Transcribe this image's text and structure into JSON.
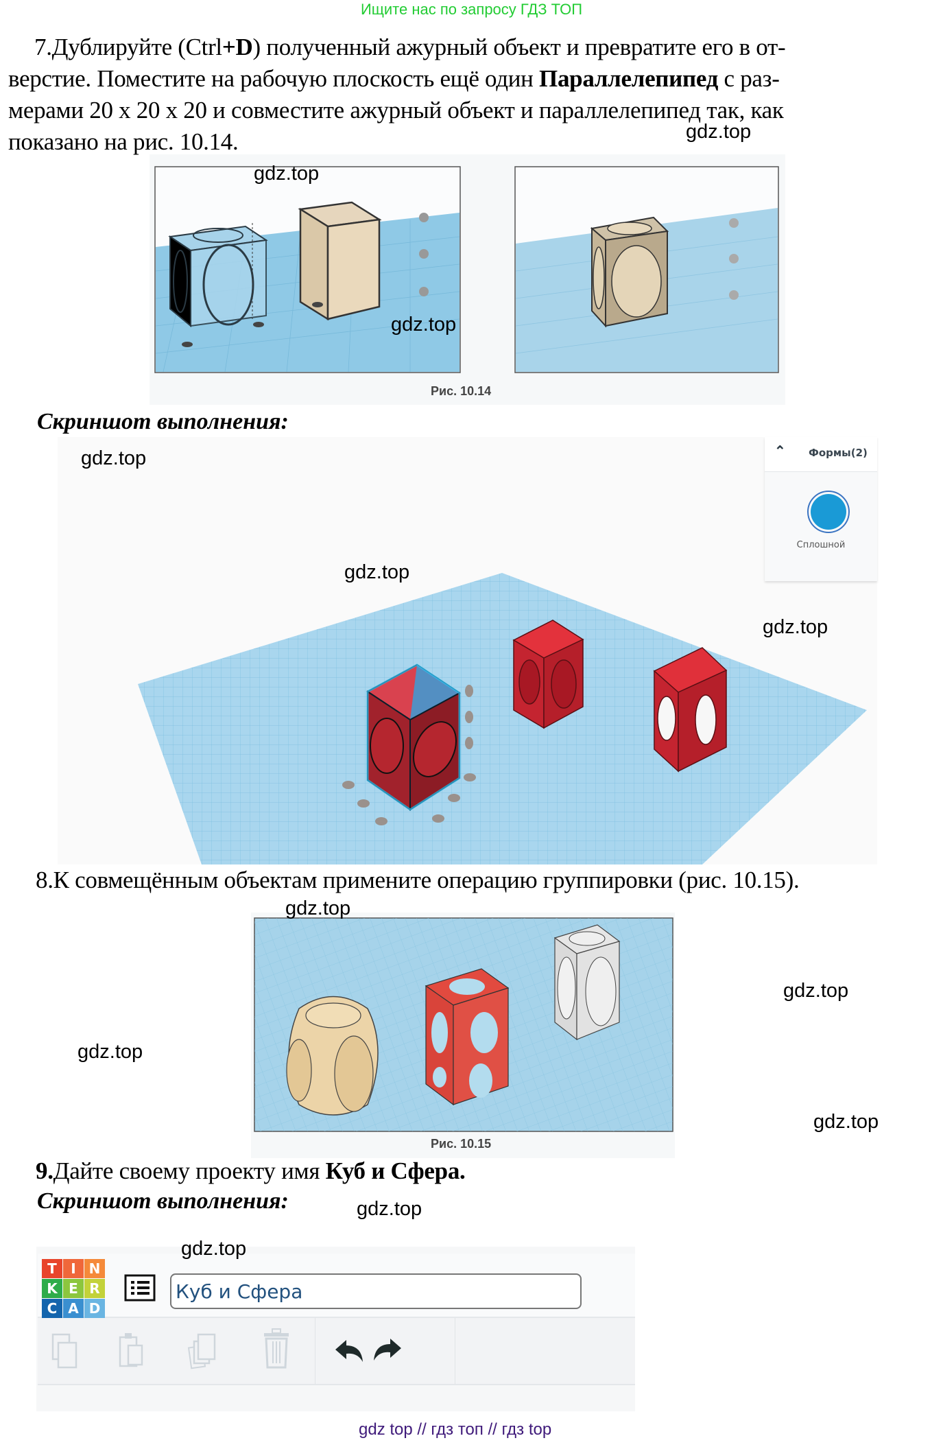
{
  "banner": {
    "text": "Ищите нас по запросу ГДЗ ТОП",
    "color": "#22cc33"
  },
  "step7": {
    "number": "7.",
    "line1_a": "Дублируйте (Ctrl",
    "line1_b": "+D",
    "line1_c": ") полученный ажурный объект и превратите его в от-",
    "line2_a": "верстие. Поместите на рабочую плоскость ещё один ",
    "line2_b": "Параллелепипед",
    "line2_c": " с раз-",
    "line3": "мерами 20 х 20 х 20 и совместите ажурный объект и параллелепипед так, как",
    "line4": "показано на рис. 10.14."
  },
  "figure_10_14": {
    "caption": "Рис.  10.14"
  },
  "screenshot_heading_1": "Скриншот выполнения:",
  "workspace": {
    "shapes_panel": {
      "title": "Формы(2)",
      "option_label": "Сплошной",
      "swatch_color": "#1a9ad6"
    }
  },
  "step8": {
    "text": "8.К совмещённым объектам примените операцию группировки (рис. 10.15)."
  },
  "figure_10_15": {
    "caption": "Рис.  10.15"
  },
  "step9": {
    "number": "9.",
    "text_a": "Дайте своему проекту имя ",
    "text_b": "Куб и Сфера."
  },
  "screenshot_heading_2": "Скриншот выполнения:",
  "tinkercad": {
    "logo": [
      {
        "letter": "T",
        "color": "#e8452c"
      },
      {
        "letter": "I",
        "color": "#f0673a"
      },
      {
        "letter": "N",
        "color": "#f58a3a"
      },
      {
        "letter": "K",
        "color": "#2eac4a"
      },
      {
        "letter": "E",
        "color": "#8cc63e"
      },
      {
        "letter": "R",
        "color": "#c3d23a"
      },
      {
        "letter": "C",
        "color": "#1465ad"
      },
      {
        "letter": "A",
        "color": "#3a8fd0"
      },
      {
        "letter": "D",
        "color": "#6ab5e2"
      }
    ],
    "project_name": "Куб и Сфера",
    "toolbar": [
      "copy",
      "paste",
      "duplicate",
      "delete",
      "undo",
      "redo"
    ]
  },
  "watermarks": [
    "gdz.top",
    "gdz.top",
    "gdz.top",
    "gdz.top",
    "gdz.top",
    "gdz.top",
    "gdz.top",
    "gdz.top",
    "gdz.top",
    "gdz.top",
    "gdz.top"
  ],
  "footer": {
    "text": "gdz top  //  гдз топ  //  гдз top"
  }
}
